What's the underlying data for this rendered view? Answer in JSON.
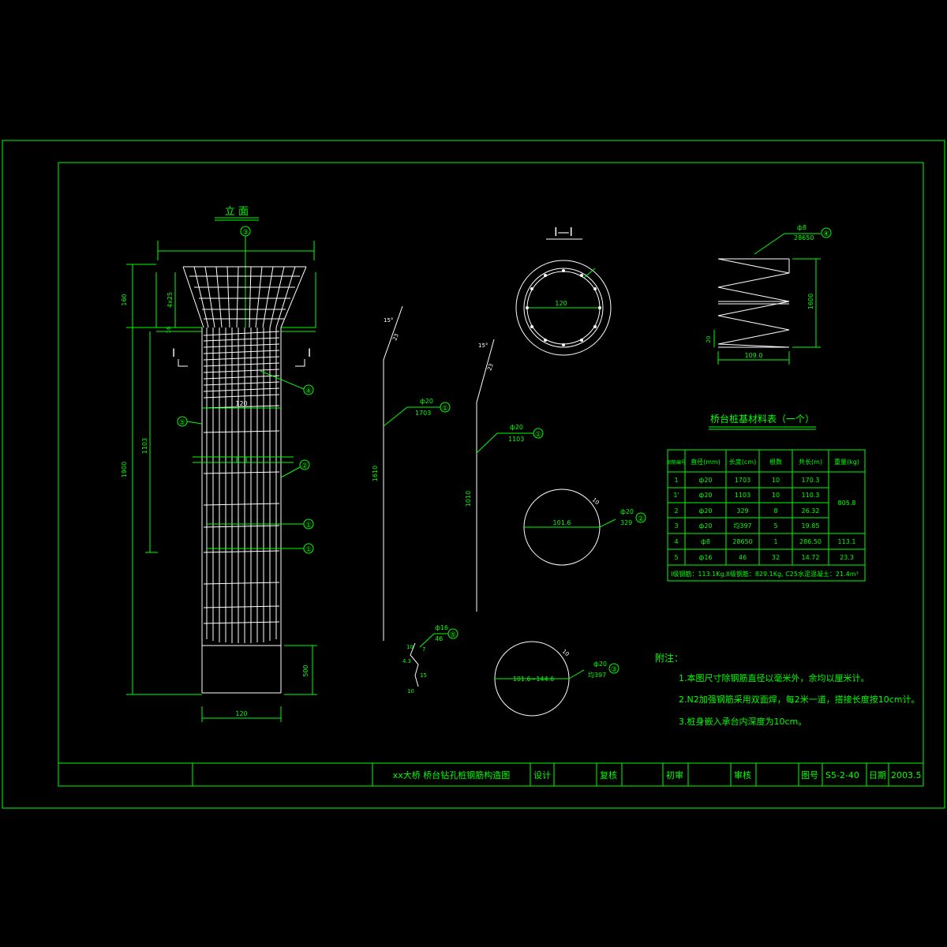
{
  "colors": {
    "background": "#000000",
    "frame": "#00ff00",
    "drawing": "#ffffff"
  },
  "elevation": {
    "title": "立 面",
    "dims": {
      "top_height": "160",
      "flare": "4x25",
      "step": "16",
      "total": "1900",
      "inner": "1103",
      "bottom": "500",
      "top_width": "120",
      "base_width": "120"
    },
    "section_mark": "I",
    "callouts": [
      "③",
      "④",
      "⑤",
      "②",
      "①",
      "①"
    ]
  },
  "section": {
    "title": "I—I",
    "diameter": "120"
  },
  "bar1": {
    "spec": "ф20",
    "length": "1703",
    "height": "1610",
    "bend": "23",
    "angle": "15°"
  },
  "bar1p": {
    "spec": "ф20",
    "length": "1103",
    "height": "1010",
    "bend": "23",
    "angle": "15°"
  },
  "bar2": {
    "diameter": "101.6",
    "spec": "ф20",
    "length": "329",
    "lap": "10"
  },
  "bar3": {
    "diameter": "101.6~144.6",
    "spec": "ф20",
    "length": "均397",
    "lap": "10"
  },
  "bar5": {
    "spec": "ф16",
    "length": "46",
    "d1": "10",
    "d2": "4.3",
    "d3": "15",
    "d4": "10",
    "d5": "7"
  },
  "spiral": {
    "spec": "ф8",
    "length": "28650",
    "height": "1600",
    "pitch": "20",
    "width": "109.0"
  },
  "table": {
    "title": "桥台桩基材料表（一个）",
    "headers": [
      "钢筋编号",
      "直径(mm)",
      "长度(cm)",
      "根数",
      "共长(m)",
      "重量(kg)"
    ],
    "rows": [
      [
        "1",
        "ф20",
        "1703",
        "10",
        "170.3",
        ""
      ],
      [
        "1'",
        "ф20",
        "1103",
        "10",
        "110.3",
        ""
      ],
      [
        "2",
        "ф20",
        "329",
        "8",
        "26.32",
        ""
      ],
      [
        "3",
        "ф20",
        "均397",
        "5",
        "19.85",
        ""
      ],
      [
        "4",
        "ф8",
        "28650",
        "1",
        "286.50",
        "113.1"
      ],
      [
        "5",
        "ф16",
        "46",
        "32",
        "14.72",
        "23.3"
      ]
    ],
    "merged_weight": "805.8",
    "footer": "I级钢筋：113.1Kg,II级钢筋：829.1Kg, C25水泥混凝土：21.4m³"
  },
  "notes": {
    "title": "附注：",
    "items": [
      "1.本图尺寸除钢筋直径以毫米外，余均以厘米计。",
      "2.N2加强钢筋采用双面焊，每2米一道，搭接长度按10cm计。",
      "3.桩身嵌入承台内深度为10cm。"
    ]
  },
  "titleblock": {
    "drawing_title": "xx大桥 桥台钻孔桩钢筋构造图",
    "design": "设计",
    "review": "复核",
    "check": "初审",
    "approve": "审核",
    "drawing_no_label": "图号",
    "drawing_no": "S5-2-40",
    "date_label": "日期",
    "date": "2003.5"
  }
}
